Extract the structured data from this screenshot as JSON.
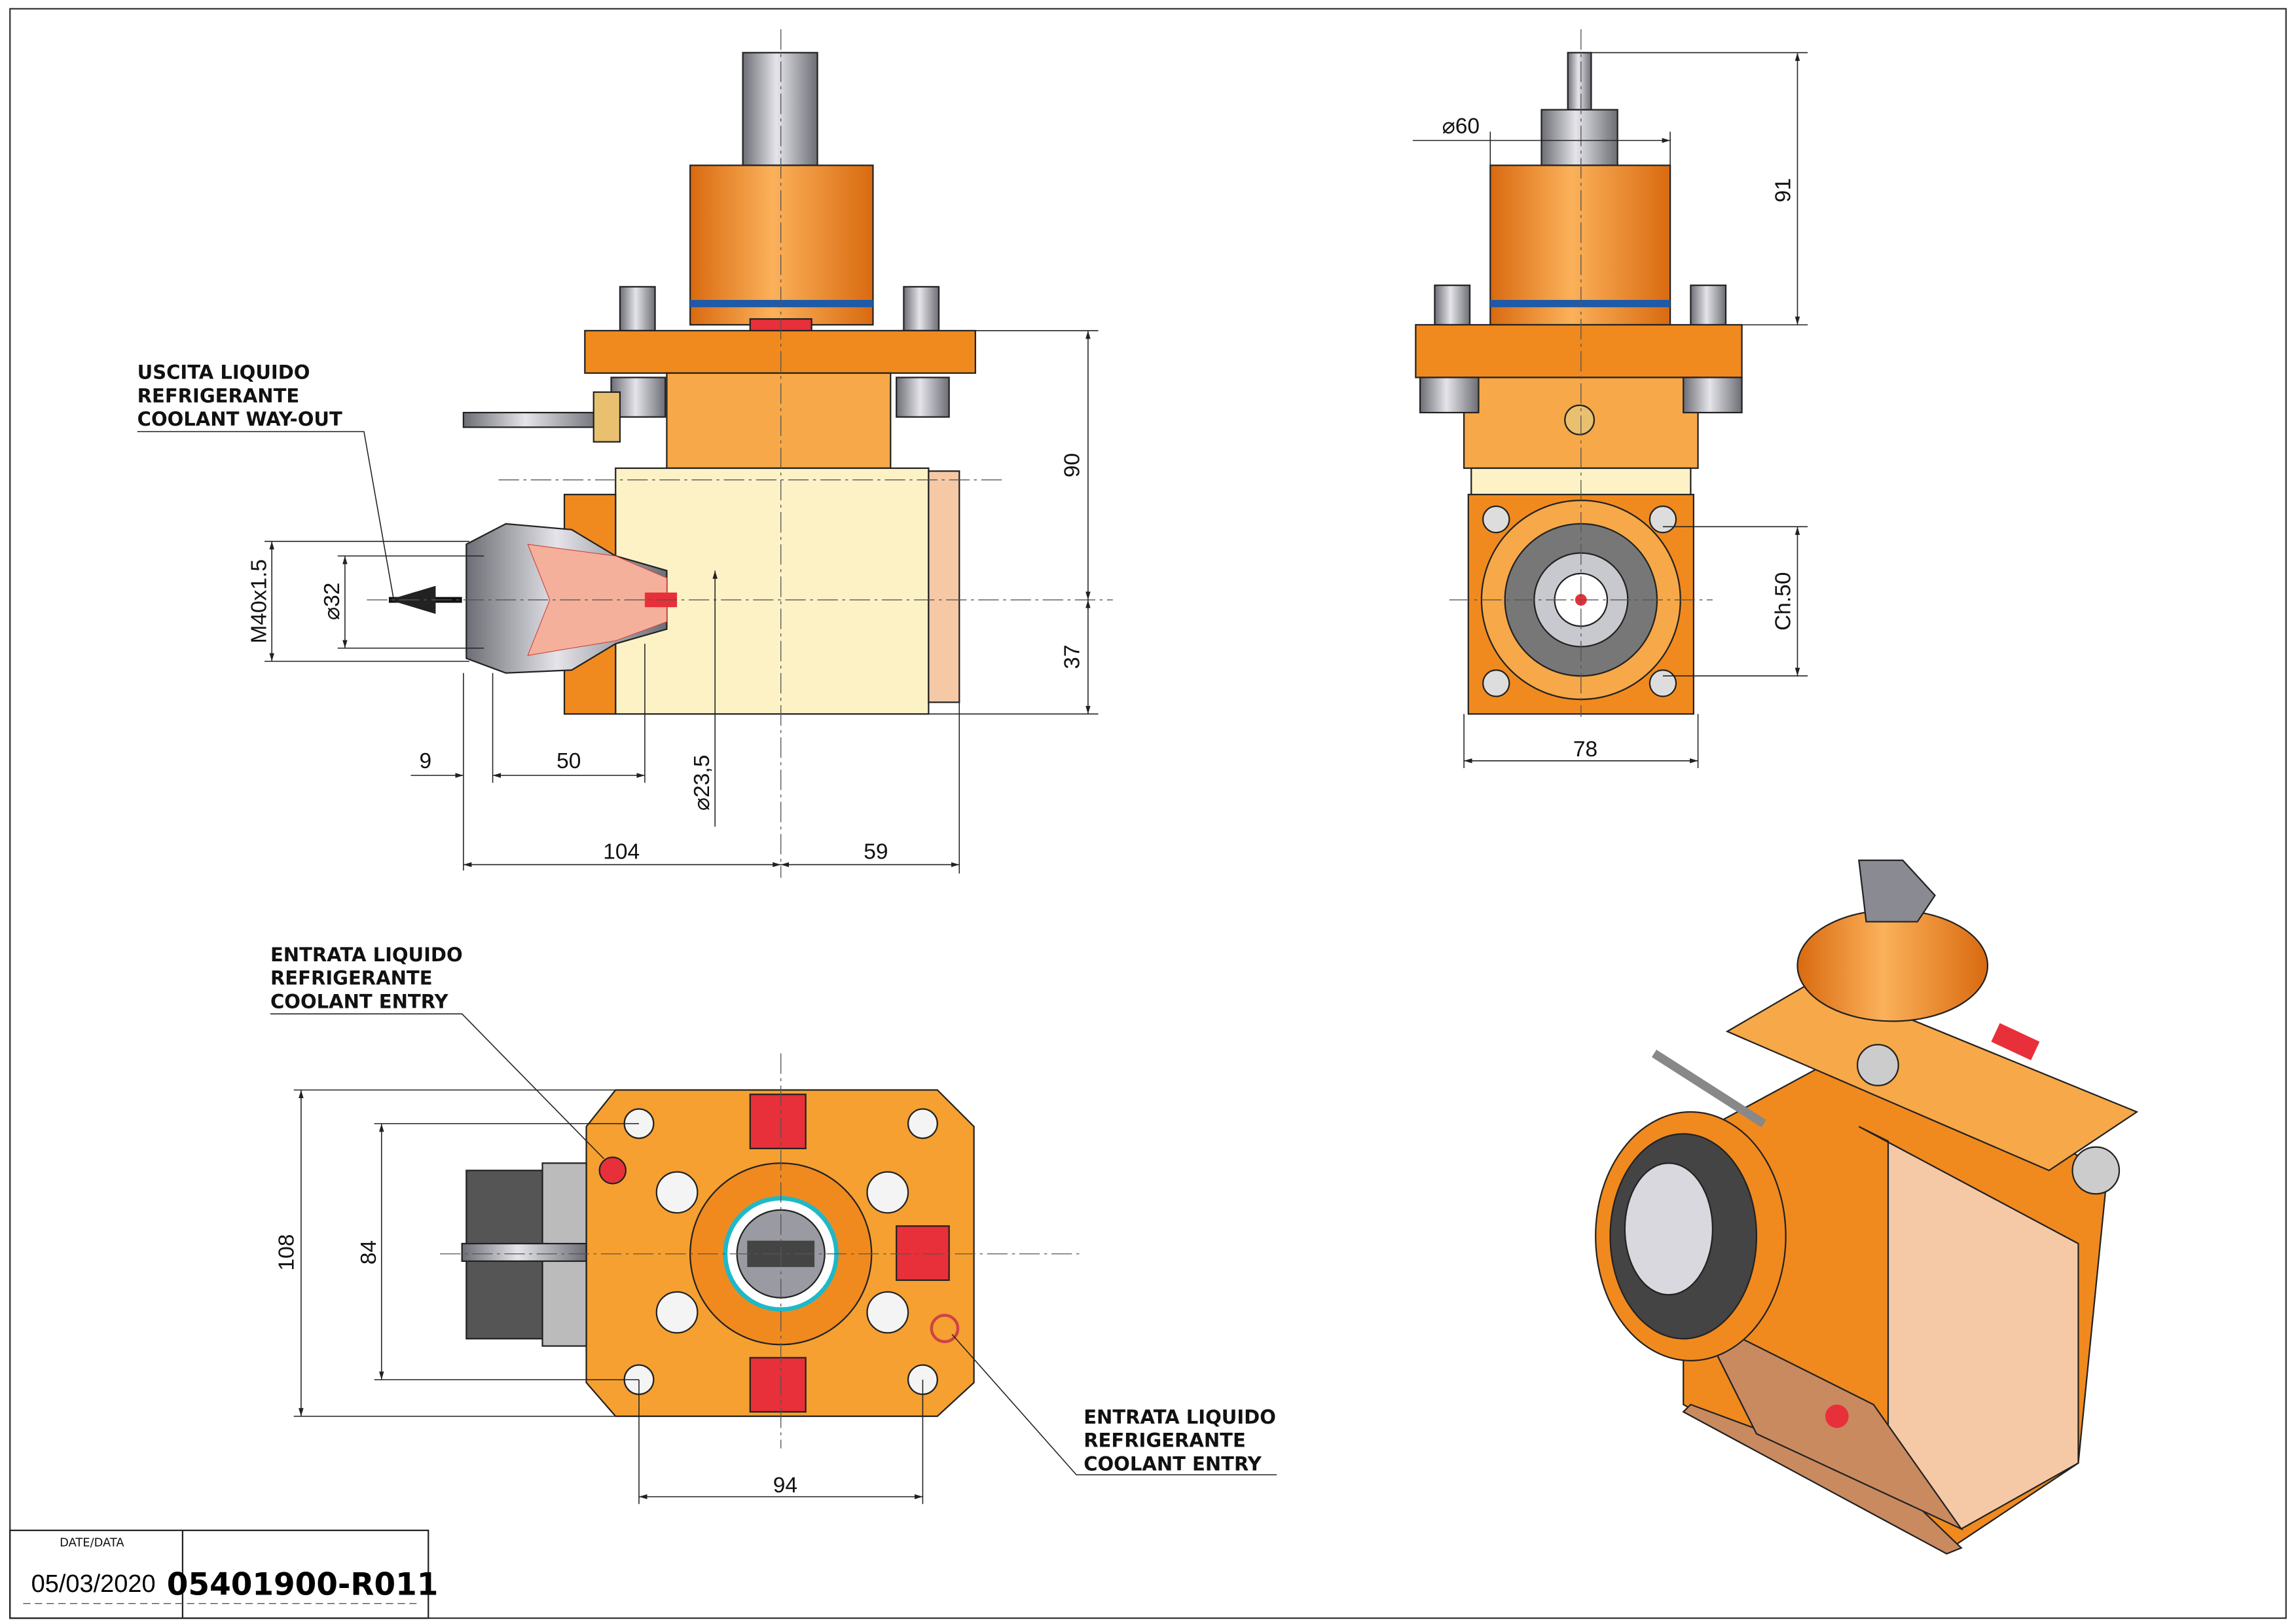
{
  "drawing": {
    "notes": {
      "coolant_out": [
        "USCITA LIQUIDO",
        "REFRIGERANTE",
        "COOLANT WAY-OUT"
      ],
      "coolant_entry_1": [
        "ENTRATA LIQUIDO",
        "REFRIGERANTE",
        "COOLANT ENTRY"
      ],
      "coolant_entry_2": [
        "ENTRATA LIQUIDO",
        "REFRIGERANTE",
        "COOLANT ENTRY"
      ]
    },
    "front_view_dims": {
      "height_90": "90",
      "height_37": "37",
      "thread": "M40x1.5",
      "dia_32": "⌀32",
      "len_9": "9",
      "len_50": "50",
      "dia_23_5": "⌀23,5",
      "len_104": "104",
      "len_59": "59"
    },
    "side_view_dims": {
      "dia_60": "⌀60",
      "height_91": "91",
      "ch_50": "Ch.50",
      "width_78": "78"
    },
    "bottom_view_dims": {
      "height_108": "108",
      "height_84": "84",
      "width_94": "94"
    }
  },
  "title_block": {
    "date_label": "DATE/DATA",
    "date": "05/03/2020",
    "part_number": "05401900-R011"
  },
  "colors": {
    "orange": "#f08a1e",
    "cream": "#fdf2c6",
    "salmon": "#f6c9a6",
    "red": "#e8303a",
    "steel": "#9a9aa2"
  }
}
